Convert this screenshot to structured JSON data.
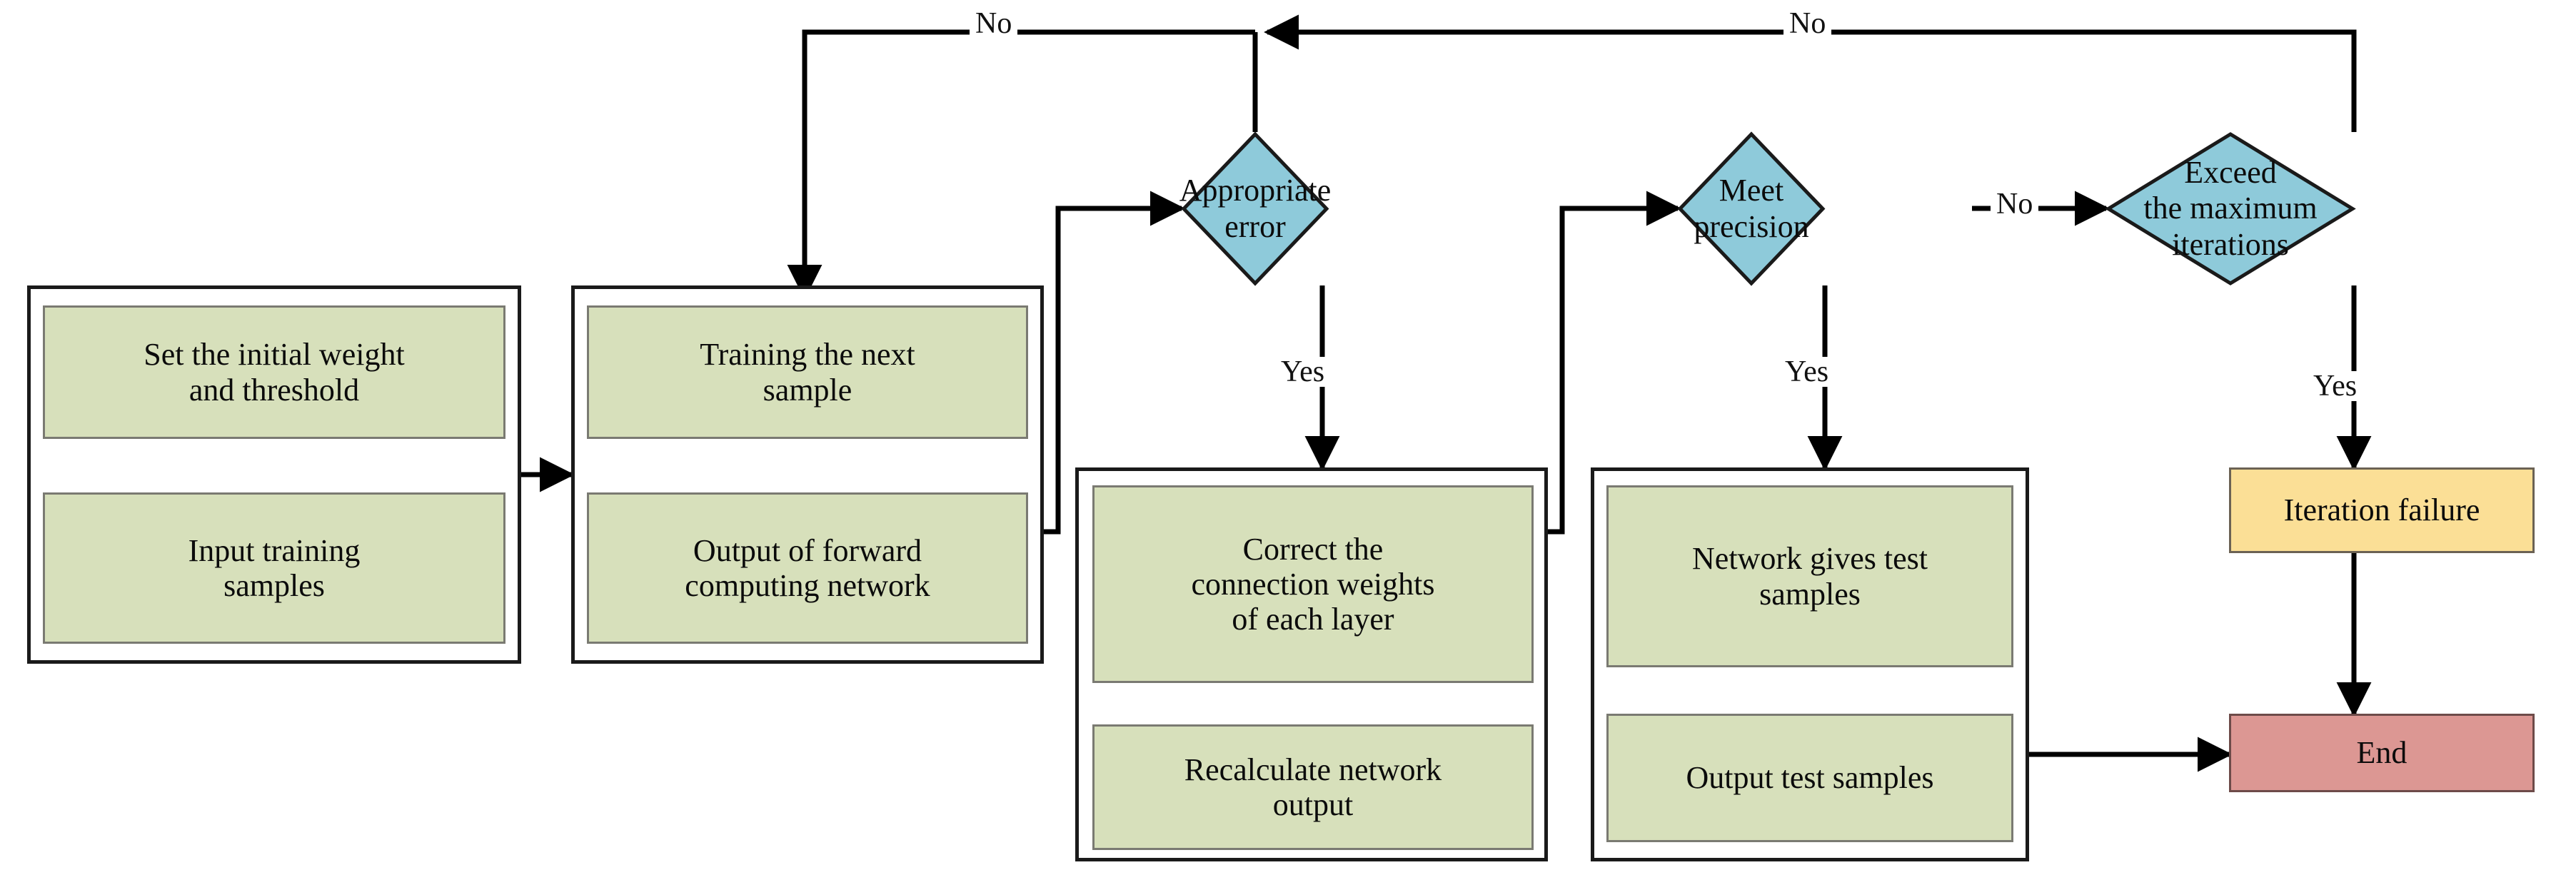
{
  "diagram": {
    "title": "BP neural network training and testing flowchart",
    "type": "flowchart",
    "colors": {
      "process_fill": "#d7e0bb",
      "process_border": "#7a7a72",
      "decision_fill": "#8ecada",
      "decision_border": "#1a1a1a",
      "failure_fill": "#fbdf96",
      "end_fill": "#dc9793",
      "group_border": "#1a1a1a",
      "edge": "#000000",
      "background": "#ffffff"
    }
  },
  "nodes": {
    "set_initial_weight": {
      "label": "Set the initial weight\nand threshold",
      "shape": "process"
    },
    "input_training_samples": {
      "label": "Input training\nsamples",
      "shape": "process"
    },
    "training_next_sample": {
      "label": "Training the next\nsample",
      "shape": "process"
    },
    "output_forward_network": {
      "label": "Output of forward\ncomputing network",
      "shape": "process"
    },
    "appropriate_error": {
      "label": "Appropriate\nerror",
      "shape": "decision"
    },
    "correct_connection_weights": {
      "label": "Correct the\nconnection weights\nof each layer",
      "shape": "process"
    },
    "recalculate_network_output": {
      "label": "Recalculate network\noutput",
      "shape": "process"
    },
    "meet_precision": {
      "label": "Meet\nprecision",
      "shape": "decision"
    },
    "network_gives_test_samples": {
      "label": "Network gives test\nsamples",
      "shape": "process"
    },
    "output_test_samples": {
      "label": "Output test samples",
      "shape": "process"
    },
    "exceed_max_iterations": {
      "label": "Exceed\nthe maximum\niterations",
      "shape": "decision"
    },
    "iteration_failure": {
      "label": "Iteration failure",
      "shape": "terminal"
    },
    "end": {
      "label": "End",
      "shape": "terminal"
    }
  },
  "edge_labels": {
    "no_error_loop": "No",
    "no_iterations_loop": "No",
    "yes_error": "Yes",
    "yes_precision": "Yes",
    "yes_exceed": "Yes",
    "no_precision": "No"
  },
  "edges": [
    {
      "from": "set_initial_weight",
      "to": "input_training_samples",
      "label": ""
    },
    {
      "from": "input_training_samples",
      "to": "training_next_sample",
      "label": ""
    },
    {
      "from": "training_next_sample",
      "to": "output_forward_network",
      "label": ""
    },
    {
      "from": "output_forward_network",
      "to": "appropriate_error",
      "label": ""
    },
    {
      "from": "appropriate_error",
      "to": "correct_connection_weights",
      "label": "Yes"
    },
    {
      "from": "correct_connection_weights",
      "to": "recalculate_network_output",
      "label": ""
    },
    {
      "from": "recalculate_network_output",
      "to": "meet_precision",
      "label": ""
    },
    {
      "from": "meet_precision",
      "to": "network_gives_test_samples",
      "label": "Yes"
    },
    {
      "from": "network_gives_test_samples",
      "to": "output_test_samples",
      "label": ""
    },
    {
      "from": "output_test_samples",
      "to": "end",
      "label": ""
    },
    {
      "from": "meet_precision",
      "to": "exceed_max_iterations",
      "label": "No"
    },
    {
      "from": "exceed_max_iterations",
      "to": "iteration_failure",
      "label": "Yes"
    },
    {
      "from": "iteration_failure",
      "to": "end",
      "label": ""
    },
    {
      "from": "exceed_max_iterations",
      "to": "training_next_sample",
      "label": "No"
    },
    {
      "from": "appropriate_error",
      "to": "training_next_sample",
      "label": "No"
    }
  ]
}
